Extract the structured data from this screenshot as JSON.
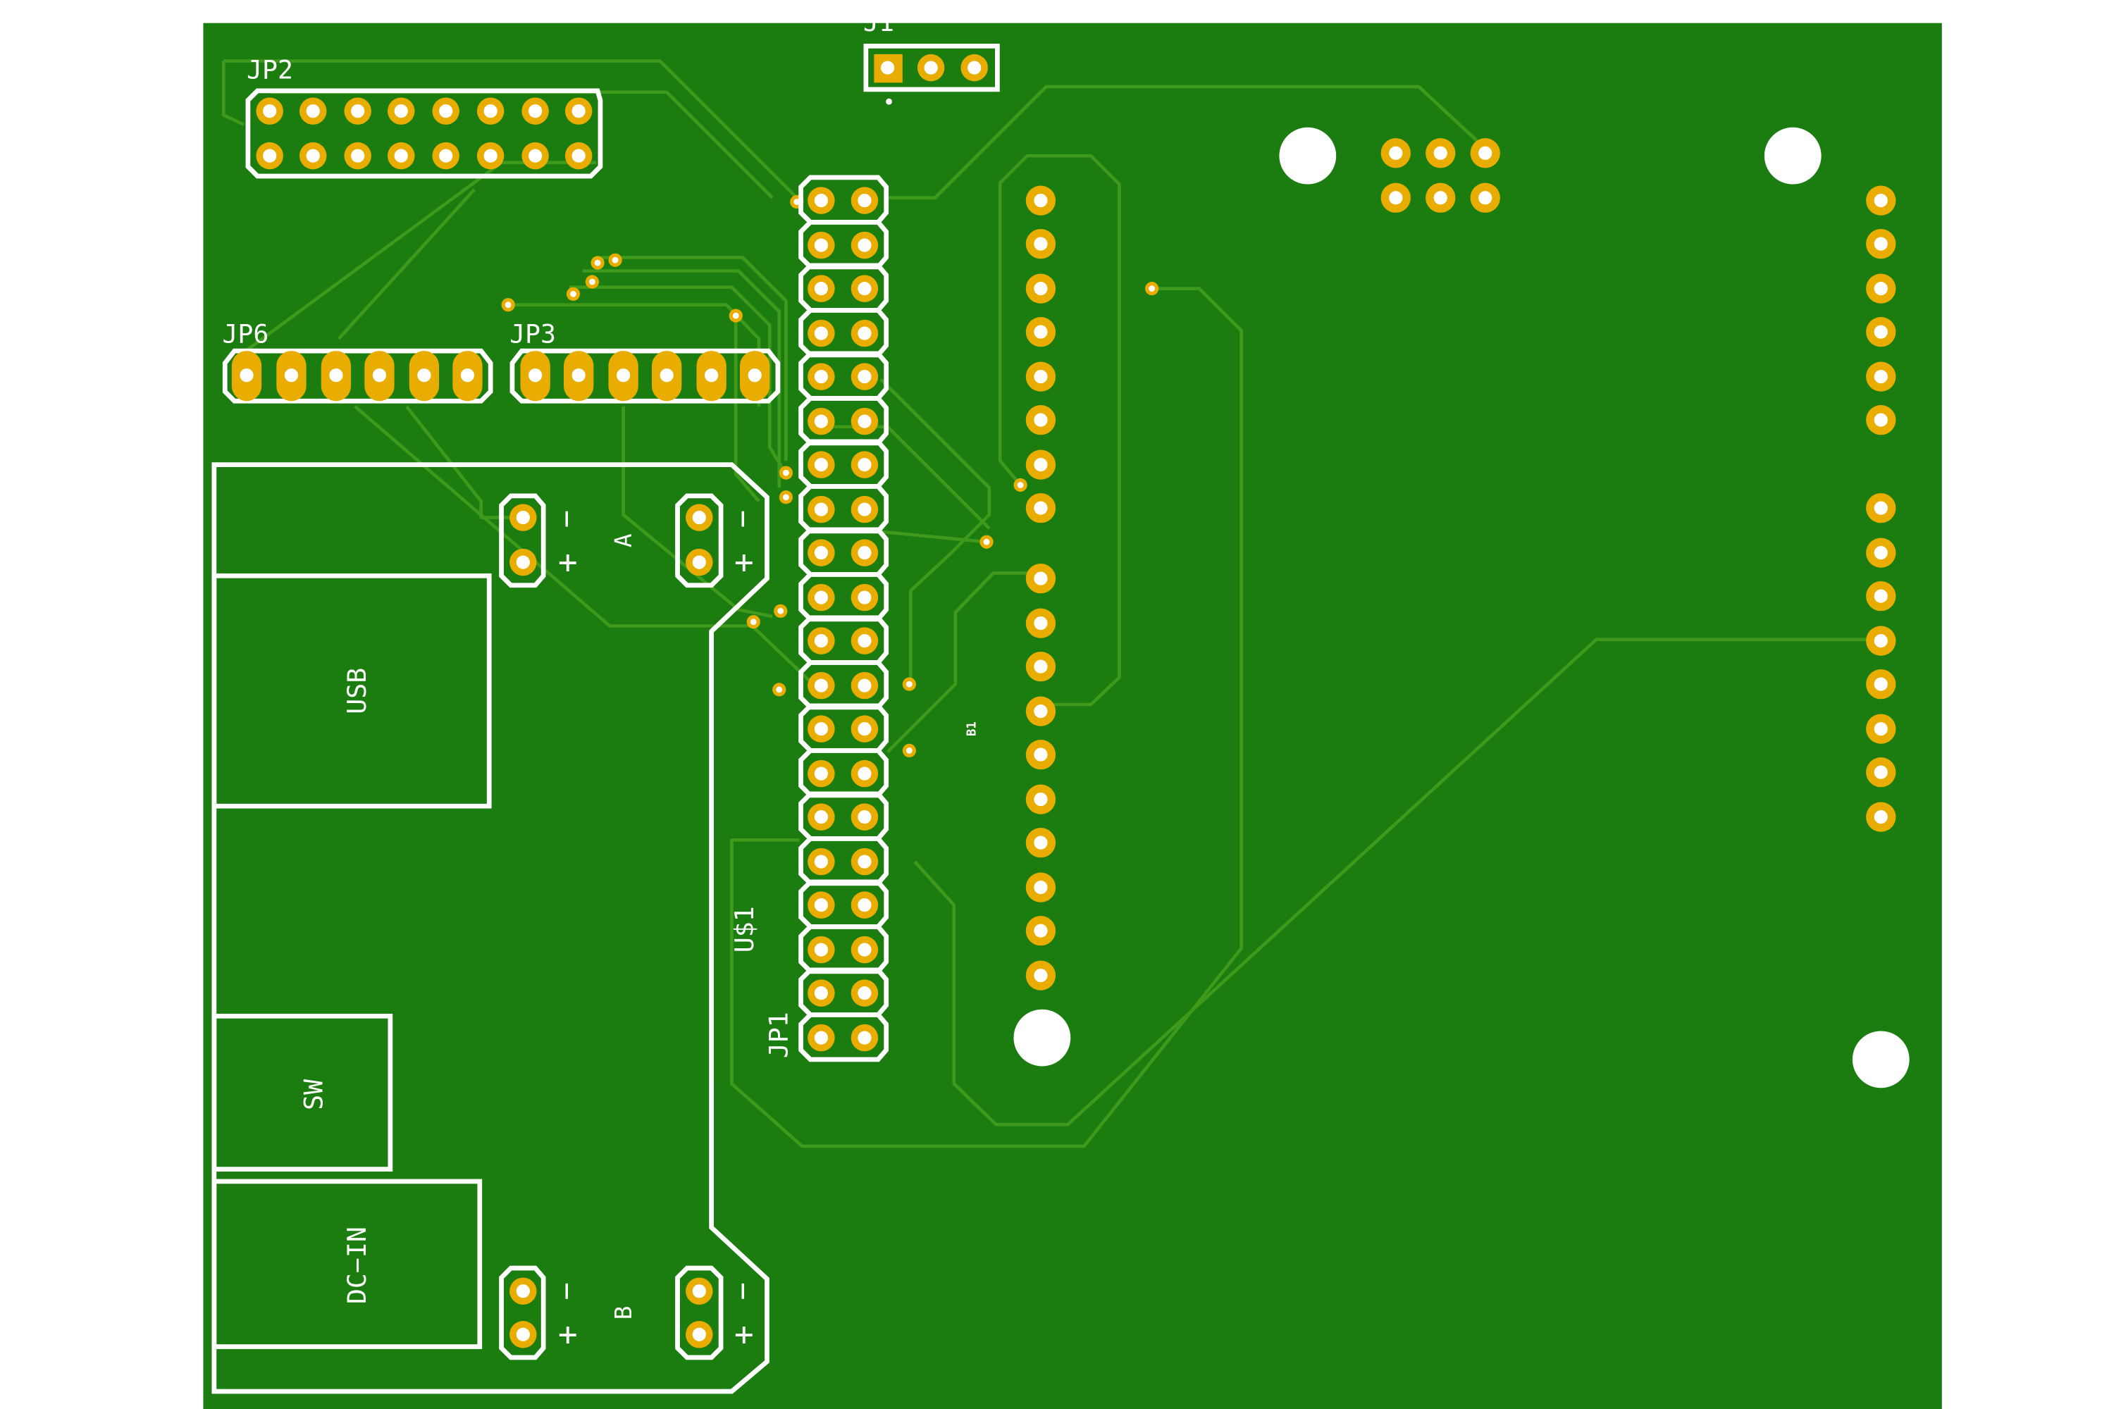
{
  "colors": {
    "board": "#1b7d10",
    "copper_trace": "#3f9a1c",
    "pad": "#e8ad00",
    "silkscreen": "#ffffff",
    "background": "#ffffff"
  },
  "labels": {
    "jp2": "JP2",
    "j1": "J1",
    "jp6": "JP6",
    "jp3": "JP3",
    "jp1": "JP1",
    "us1": "U$1",
    "b1": "B1",
    "usb": "USB",
    "sw": "SW",
    "dc_in": "DC−IN",
    "motor_a": "A",
    "motor_b": "B",
    "minus": "−",
    "plus": "+"
  }
}
